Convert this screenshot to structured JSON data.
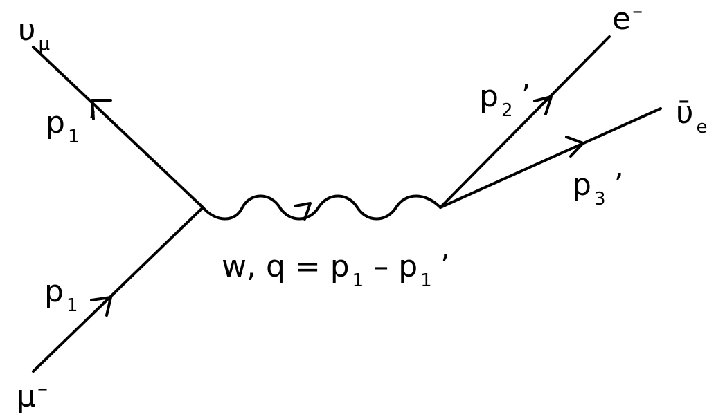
{
  "labels": {
    "numu": {
      "base": "υ",
      "sub": "μ"
    },
    "muon": {
      "base": "μ",
      "sup": "–"
    },
    "electron": {
      "base": "e",
      "sup": "–"
    },
    "nuebar": {
      "base": "ῡ",
      "sub": "e"
    },
    "p1": {
      "base": "p",
      "sub": "1"
    },
    "p1prime": {
      "base": "p",
      "sub": "1",
      "prime": "’"
    },
    "p2prime": {
      "base": "p",
      "sub": "2",
      "prime": "’"
    },
    "p3prime": {
      "base": "p",
      "sub": "3",
      "prime": "’"
    },
    "wboson": {
      "prefix": "w, q = p",
      "sub1": "1",
      "middle": " – p",
      "sub2": "1",
      "prime": "’"
    }
  }
}
